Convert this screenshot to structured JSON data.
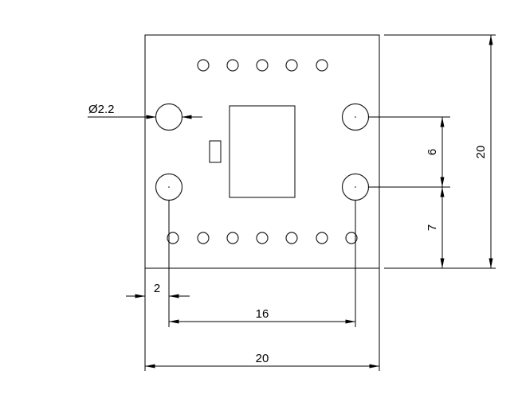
{
  "drawing": {
    "diameter_label": "Ø2.2",
    "dims": {
      "edge_offset": "2",
      "hole_spacing_x": "16",
      "overall_width": "20",
      "hole_spacing_y": "6",
      "hole_to_bottom": "7",
      "overall_height": "20"
    },
    "counts": {
      "top_pins": 5,
      "bottom_pins": 7,
      "mount_holes": 4
    }
  }
}
